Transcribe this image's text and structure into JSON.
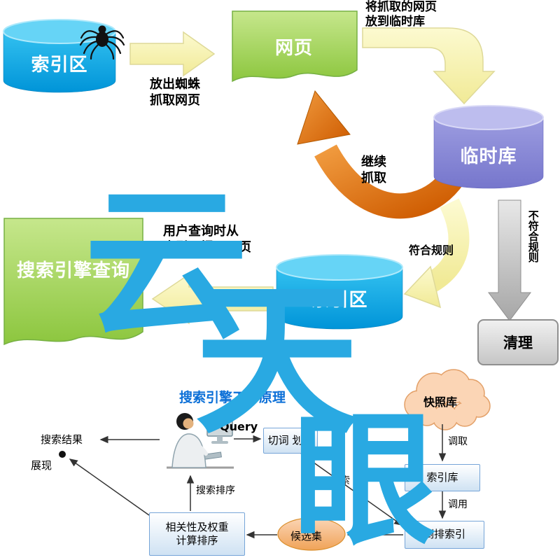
{
  "colors": {
    "cylinder_blue": "#00AEEF",
    "cylinder_purple": "#8888D8",
    "shape_green": "#8CC63E",
    "arrow_yellow": "#F7F3A6",
    "arrow_orange": "#DD7B1F",
    "watermark_blue": "#29A9E2",
    "title_blue": "#0B6FD7"
  },
  "watermark": {
    "char1": "云",
    "char2": "天",
    "char3": "眼"
  },
  "top": {
    "index_db_1": "索引区",
    "webpage": "网页",
    "temp_db": "临时库",
    "index_db_2": "索引区",
    "query_shape": "搜索引擎查询",
    "clean": "清理",
    "crawl_line1": "放出蜘蛛",
    "crawl_line2": "抓取网页",
    "to_temp_line1": "将抓取的网页",
    "to_temp_line2": "放到临时库",
    "recrawl_line1": "继续",
    "recrawl_line2": "抓取",
    "match_rule": "符合规则",
    "not_match_rule": "不符合规则",
    "fetch_line1": "用户查询时从",
    "fetch_line2": "索引区提取网页"
  },
  "bottom": {
    "title": "搜索引擎工作原理",
    "query": "Query",
    "segment": "切词 划词",
    "snapshot": "快照库",
    "index_lib": "索引库",
    "inverted_index": "倒排索引",
    "candidate": "候选集",
    "rank_line1": "相关性及权重",
    "rank_line2": "计算排序",
    "fetch": "调取",
    "call": "调用",
    "retrieve": "检索",
    "sort_return": "搜索排序",
    "result": "搜索结果",
    "display": "展现"
  }
}
